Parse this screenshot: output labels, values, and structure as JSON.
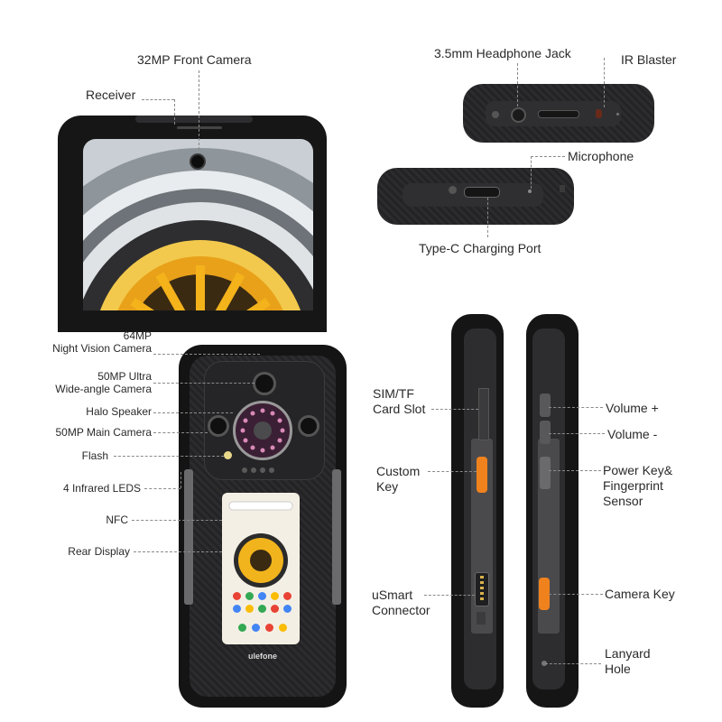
{
  "labels": {
    "front_camera": "32MP Front Camera",
    "receiver": "Receiver",
    "headphone_jack": "3.5mm Headphone Jack",
    "ir_blaster": "IR Blaster",
    "microphone": "Microphone",
    "type_c": "Type-C Charging Port",
    "night_vision_line1": "64MP",
    "night_vision_line2": "Night Vision Camera",
    "ultra_wide_line1": "50MP Ultra",
    "ultra_wide_line2": "Wide-angle Camera",
    "halo_speaker": "Halo Speaker",
    "main_camera": "50MP Main Camera",
    "flash": "Flash",
    "infrared_leds": "4 Infrared LEDS",
    "nfc": "NFC",
    "rear_display": "Rear Display",
    "sim_line1": "SIM/TF",
    "sim_line2": "Card Slot",
    "custom_key_line1": "Custom",
    "custom_key_line2": "Key",
    "usmart_line1": "uSmart",
    "usmart_line2": "Connector",
    "volume_up": "Volume +",
    "volume_down": "Volume -",
    "power_line1": "Power Key&",
    "power_line2": "Fingerprint",
    "power_line3": "Sensor",
    "camera_key": "Camera Key",
    "lanyard_line1": "Lanyard",
    "lanyard_line2": "Hole"
  },
  "brand": "ulefone",
  "colors": {
    "accent_orange": "#f0821e",
    "body_dark": "#1d1d1f",
    "screen_yellow": "#f2b41c"
  }
}
